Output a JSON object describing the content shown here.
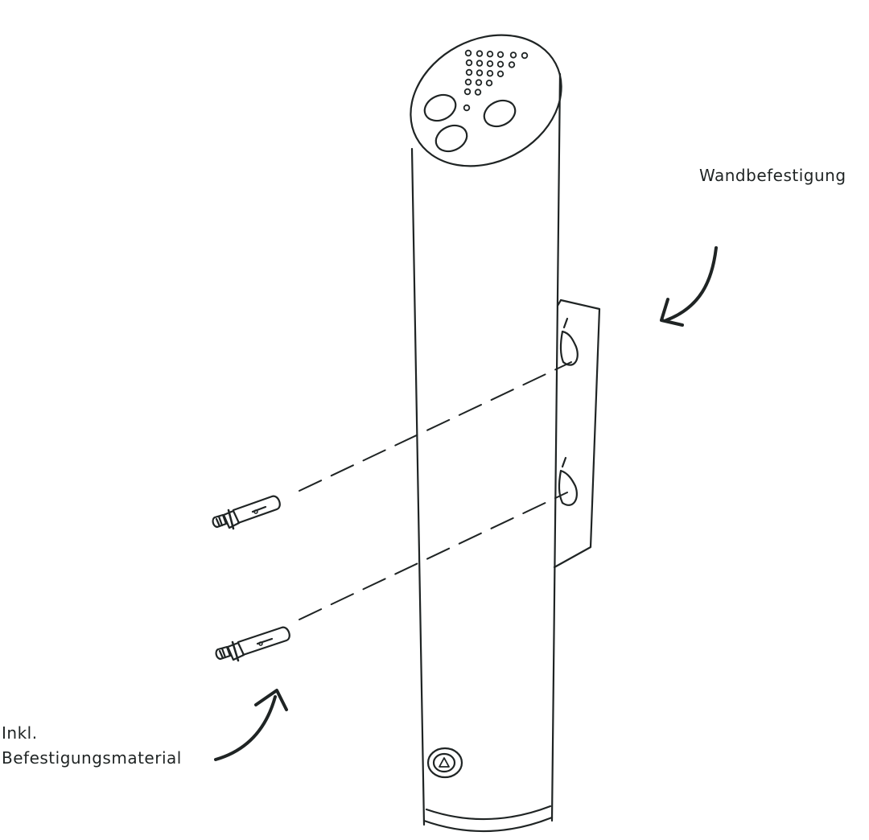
{
  "labels": {
    "wall_mount": "Wandbefestigung",
    "material_line1": "Inkl.",
    "material_line2": "Befestigungsmaterial"
  },
  "colors": {
    "line": "#1f2424",
    "background": "#ffffff"
  },
  "icons": {
    "top_vent_pattern": "triangle-dot-grid",
    "bottom_lock": "triangle-lock-icon"
  }
}
